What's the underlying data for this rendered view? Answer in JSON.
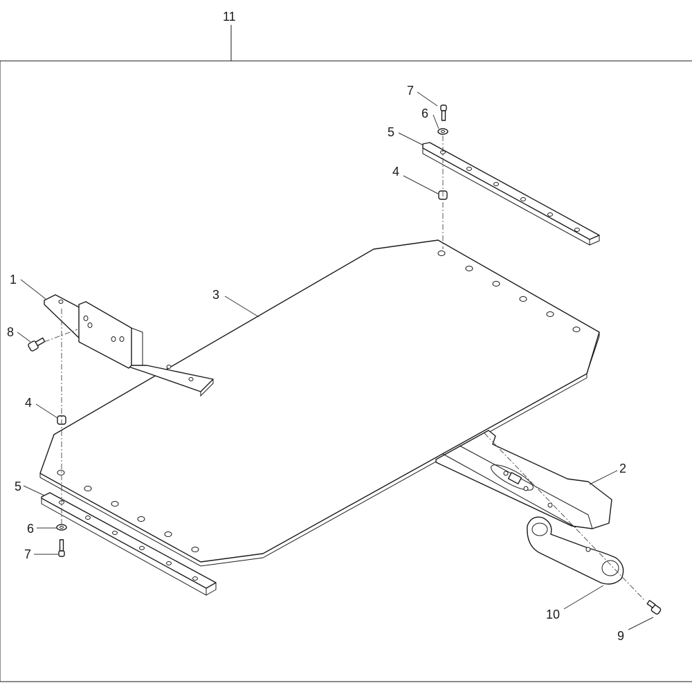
{
  "callouts": {
    "c1": "1",
    "c2": "2",
    "c3": "3",
    "c4a": "4",
    "c4b": "4",
    "c5a": "5",
    "c5b": "5",
    "c6a": "6",
    "c6b": "6",
    "c7a": "7",
    "c7b": "7",
    "c8": "8",
    "c9": "9",
    "c10": "10",
    "c11": "11"
  },
  "colors": {
    "line": "#1a1a1a",
    "background": "#ffffff"
  }
}
